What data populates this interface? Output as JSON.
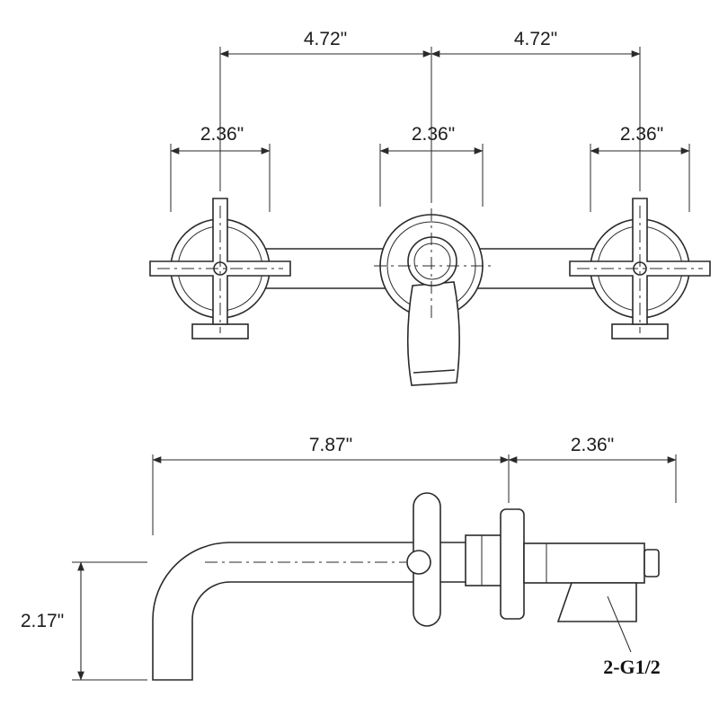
{
  "colors": {
    "line": "#2a2a2a",
    "background": "#ffffff"
  },
  "front_view": {
    "spacing_left": "4.72\"",
    "spacing_right": "4.72\"",
    "width_left_handle": "2.36\"",
    "width_spout_escutcheon": "2.36\"",
    "width_right_handle": "2.36\""
  },
  "side_view": {
    "spout_reach": "7.87\"",
    "body_depth": "2.36\"",
    "spout_drop": "2.17\"",
    "thread_spec": "2-G1/2"
  }
}
